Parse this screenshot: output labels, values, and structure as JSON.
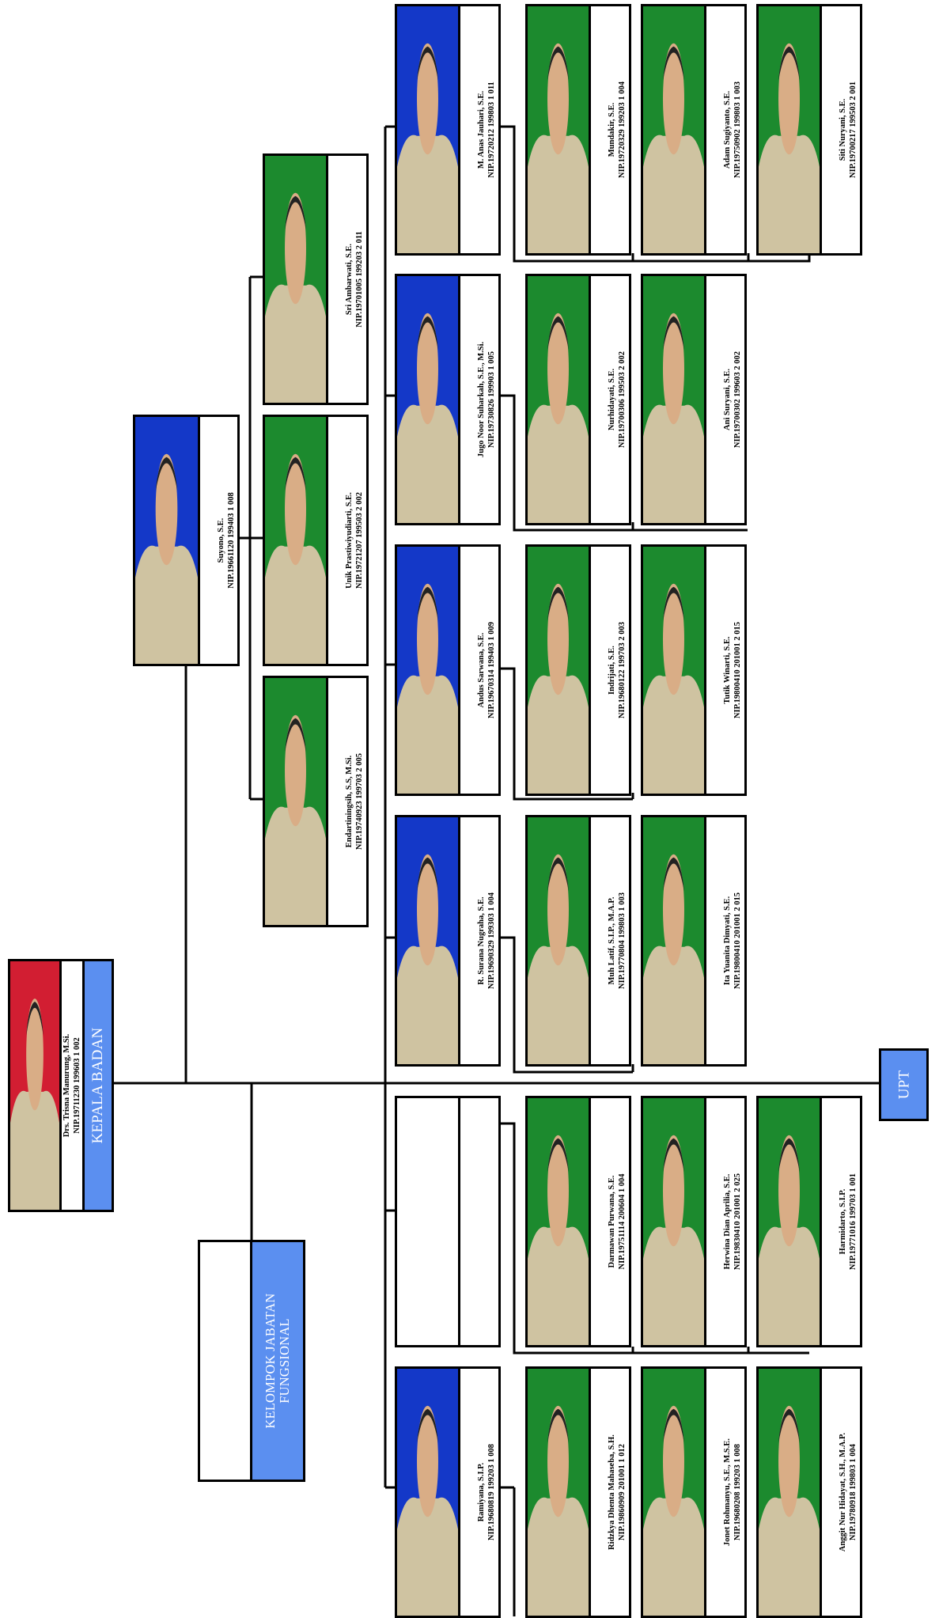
{
  "colors": {
    "header": "#5b8ff0",
    "red_bg": "#d21e32",
    "blue_bg": "#1438c8",
    "green_bg": "#1c8a2e",
    "skin": "#d9ad86",
    "uniform": "#cfc3a1"
  },
  "kepala": {
    "title": "KEPALA BADAN",
    "name": "Drs. Trisna Manurung, M.Si.",
    "nip": "NIP.19711230 199603 1 002",
    "photo": "red-photo-icon"
  },
  "fungsional": {
    "title_1": "KELOMPOK JABATAN",
    "title_2": "FUNGSIONAL"
  },
  "upt": {
    "title": "UPT"
  },
  "sekretaris": {
    "title": "SEKRETARIS",
    "name": "Suyono, S.E.",
    "nip": "NIP.19661120 199403 1 008",
    "photo": "blue-photo-icon"
  },
  "kasubbag": [
    {
      "title_1": "KASUBBAG KEUANGAN",
      "title_2": "DAN ASET",
      "name": "Sri Ambarwati, S.E.",
      "nip": "NIP.19701005 199203 2 011",
      "photo": "green-photo-icon"
    },
    {
      "title_1": "KASUBBAG PROGRAM",
      "title_2": "",
      "name": "Unik Prastiwiyudiarti, S.E.",
      "nip": "NIP.19721207 199503 2 002",
      "photo": "green-photo-icon"
    },
    {
      "title_1": "KASUBBAG UMUM",
      "title_2": "DAN KEPEGAWAIAN",
      "name": "Endartiningsih, S.S, M.Si.",
      "nip": "NIP.19740923 199703 2 005",
      "photo": "green-photo-icon"
    }
  ],
  "kabid": [
    {
      "title_1": "KABID ASET",
      "title_2": "",
      "name": "M. Anas Jauhari, S.E.",
      "nip": "NIP.19720212 199803 1 011",
      "photo": "blue-photo-icon"
    },
    {
      "title_1": "KABID AKUNTANSI",
      "title_2": "",
      "name": "Jugo Noor Suharkah, S.E., M.Si.",
      "nip": "NIP.19730826 199903 1 005",
      "photo": "blue-photo-icon"
    },
    {
      "title_1": "KABID",
      "title_2": "PERBENDAHARAAN",
      "name": "Andus Sarwana, S.E.",
      "nip": "NIP.19670314 199403 1 009",
      "photo": "blue-photo-icon"
    },
    {
      "title_1": "KABID ANGGARAN",
      "title_2": "",
      "name": "R. Surana Nugraha, S.E.",
      "nip": "NIP.19690329 199303 1 004",
      "photo": "blue-photo-icon"
    },
    {
      "title_1": "KABID PENAGIHAN",
      "title_2": "DAN PEMERIKSAAN",
      "name": "",
      "nip": "",
      "photo": ""
    },
    {
      "title_1": "KABID PELAYANAN",
      "title_2": "DAN PENETAPAN",
      "name": "Ramiyana, S.I.P.",
      "nip": "NIP.19680819 199203 1 008",
      "photo": "blue-photo-icon"
    }
  ],
  "kasubbid": [
    {
      "title_1": "KASUBBID INVENTARISASI",
      "title_2": "DAN PENGHAPUSAN",
      "title_3": "",
      "name": "Mundakir, S.E.",
      "nip": "NIP.19720329 199203 1 004"
    },
    {
      "title_1": "KASUBBID PENILAIAN",
      "title_2": "DAN OPTIMALISASI",
      "title_3": "",
      "name": "Adam Sugiyanto, S.E.",
      "nip": "NIP.19750902 199803 1 003"
    },
    {
      "title_1": "KASUBBID",
      "title_2": "PENGOLAHAN DATA",
      "title_3": "DAN PENGENDALIAN",
      "name": "Siti Nuryani, S.E.",
      "nip": "NIP.19700217 199503 2 001"
    },
    {
      "title_1": "KASUBBID PEMBUKUAN",
      "title_2": "",
      "title_3": "",
      "name": "Nurhidayati, S.E.",
      "nip": "NIP.19700306 199503 2 002"
    },
    {
      "title_1": "KASUBBID PENGOLAHAN",
      "title_2": "DATA DAN LAPORAN",
      "title_3": "",
      "name": "Ani Suryani, S.E.",
      "nip": "NIP.19700302 199603 2 002"
    },
    {
      "title_1": "KASUBBID BELANJA",
      "title_2": "TIDAK LANGSUNG",
      "title_3": "",
      "name": "Indrijati, S.E.",
      "nip": "NIP.19680122 199703 2 003"
    },
    {
      "title_1": "KASUBBID BELANJA",
      "title_2": "LANGSUNG",
      "title_3": "",
      "name": "Tutik Winarti, S.E.",
      "nip": "NIP.19800410 201001 2 015"
    },
    {
      "title_1": "KASUBBID PERENCANAAN",
      "title_2": "ANGGARAN",
      "title_3": "",
      "name": "Muh Latif, S.I.P., M.A.P.",
      "nip": "NIP.19770804 199803 1 003"
    },
    {
      "title_1": "KASUBBID PENGENDALIAN",
      "title_2": "ANGGARAN",
      "title_3": "",
      "name": "Ita Yuanita Dimyati, S.E.",
      "nip": "NIP.19800410 201001 2 015"
    },
    {
      "title_1": "KASUBBID PENAGIHAN",
      "title_2": "",
      "title_3": "",
      "name": "Darmawan Purwana, S.E.",
      "nip": "NIP.19751114 200604 1 004"
    },
    {
      "title_1": "KASUBBID PENELITIAN",
      "title_2": "DAN PENGEMBANGAN",
      "title_3": "PENDAPATAN DAERAH",
      "name": "Herwina Dian Aprilia, S.E.",
      "nip": "NIP.19830410 201001 2 025"
    },
    {
      "title_1": "KASUBBID PENGAWASAN",
      "title_2": "PEMERIKSAAN DAN",
      "title_3": "KEBERATAN",
      "name": "Harmidarto, S.I.P.",
      "nip": "NIP.19771016 199703 1 001"
    },
    {
      "title_1": "KASUBBID PELAYANAN",
      "title_2": "",
      "title_3": "",
      "name": "Ridzkya Dhenta Mahaseba, S.H.",
      "nip": "NIP.19860909 201001 1 012"
    },
    {
      "title_1": "KASUBBID PENGOLAHAN",
      "title_2": "DATA DAN INFORMASI",
      "title_3": "PENDAPATAN DAERAH",
      "name": "Jonet Rohmanyu, S.E., M.S.E.",
      "nip": "NIP.19680208 199203 1 008"
    },
    {
      "title_1": "KASUBBID PENDATAAN",
      "title_2": "PENILAIAN DAN",
      "title_3": "PENETAPAN",
      "name": "Anggit Nur Hidayat, S.H., M.A.P.",
      "nip": "NIP.19780918 199803 1 004"
    }
  ]
}
